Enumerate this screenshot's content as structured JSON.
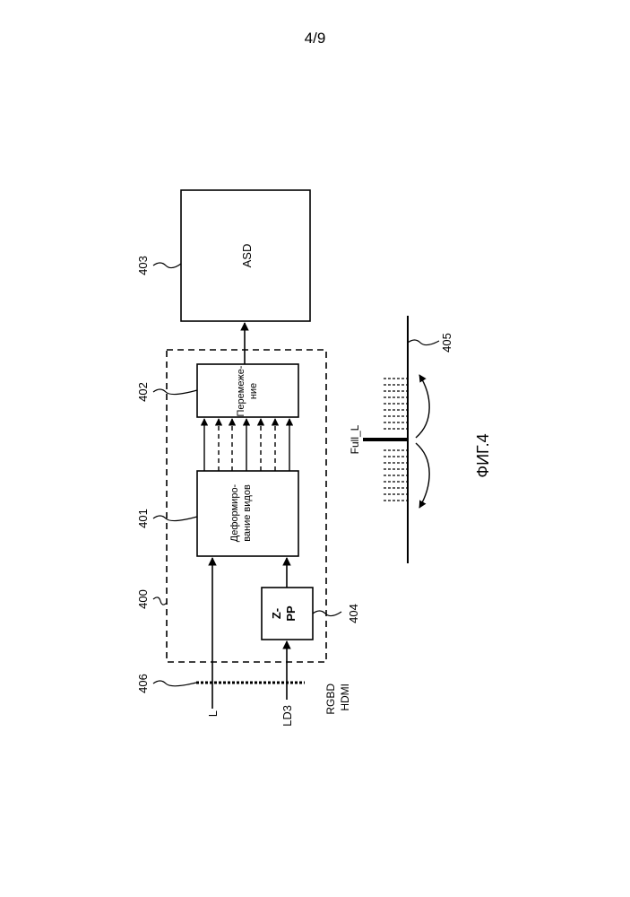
{
  "page_number": "4/9",
  "blocks": {
    "warping": {
      "ref": "401",
      "line1": "Деформиро-",
      "line2": "вание видов"
    },
    "interleaving": {
      "ref": "402",
      "line1": "Перемеже-",
      "line2": "ние"
    },
    "display": {
      "ref": "403",
      "label": "ASD"
    },
    "zpp": {
      "ref": "404",
      "line1": "Z-",
      "line2": "PP"
    }
  },
  "dashed_box_ref": "400",
  "inputs": {
    "left_view": "L",
    "depth_stream": "LD3",
    "interface_line1": "RGBD",
    "interface_line2": "HDMI",
    "dotted_line_ref": "406"
  },
  "view_diagram": {
    "ref": "405",
    "center_label": "Full_L"
  },
  "caption": "ФИГ.4"
}
